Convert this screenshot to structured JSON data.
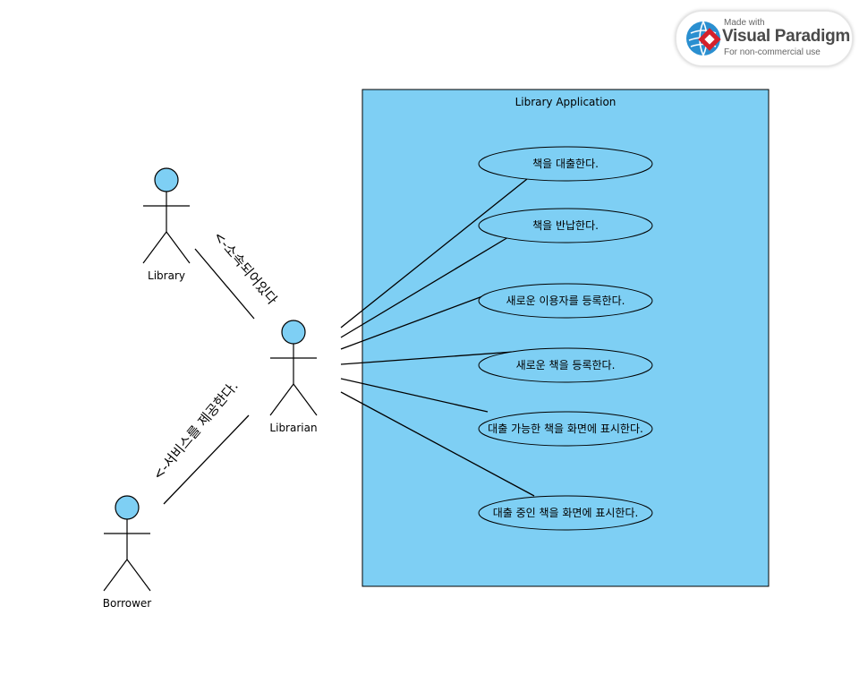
{
  "colors": {
    "fill": "#7ecff4",
    "stroke": "#000000",
    "badge_red": "#d4202b",
    "badge_blue": "#2a8fd0"
  },
  "badge": {
    "made_with": "Made with",
    "name": "Visual Paradigm",
    "subtitle": "For non-commercial use",
    "icon": "visual-paradigm-logo"
  },
  "system": {
    "name": "Library Application"
  },
  "actors": [
    {
      "id": "library",
      "name": "Library"
    },
    {
      "id": "librarian",
      "name": "Librarian"
    },
    {
      "id": "borrower",
      "name": "Borrower"
    }
  ],
  "use_cases": [
    {
      "id": "uc1",
      "label": "책을 대출한다."
    },
    {
      "id": "uc2",
      "label": "책을 반납한다."
    },
    {
      "id": "uc3",
      "label": "새로운 이용자를 등록한다."
    },
    {
      "id": "uc4",
      "label": "새로운 책을 등록한다."
    },
    {
      "id": "uc5",
      "label": "대출 가능한 책을 화면에 표시한다."
    },
    {
      "id": "uc6",
      "label": "대출 중인 책을 화면에 표시한다."
    }
  ],
  "associations": [
    {
      "label": "<-소속되어있다"
    },
    {
      "label": "<-서비스를 제공한다."
    }
  ]
}
